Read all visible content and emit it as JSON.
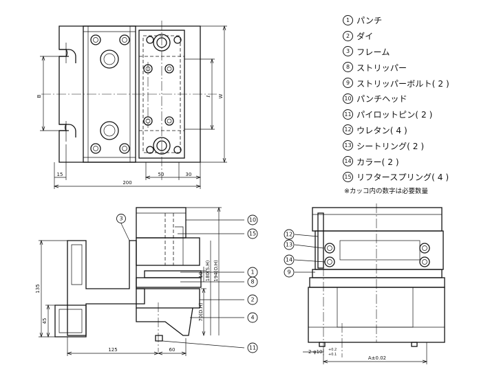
{
  "legend": [
    {
      "num": "1",
      "label": "パンチ"
    },
    {
      "num": "2",
      "label": "ダイ"
    },
    {
      "num": "3",
      "label": "フレーム"
    },
    {
      "num": "8",
      "label": "ストリッパー"
    },
    {
      "num": "9",
      "label": "ストリッパーボルト( 2 )"
    },
    {
      "num": "10",
      "label": "パンチヘッド"
    },
    {
      "num": "11",
      "label": "パイロットピン( 2 )"
    },
    {
      "num": "12",
      "label": "ウレタン( 4 )"
    },
    {
      "num": "13",
      "label": "シートリング( 2 )"
    },
    {
      "num": "14",
      "label": "カラー( 2 )"
    },
    {
      "num": "15",
      "label": "リフタースプリング( 4 )"
    }
  ],
  "note": "※カッコ内の数字は必要数量",
  "dimensions": {
    "top_15": "15",
    "top_200": "200",
    "top_50": "50",
    "top_30": "30",
    "top_B": "B",
    "top_l": "ℓ",
    "top_W": "W",
    "front_135": "135",
    "front_45": "45",
    "front_125": "125",
    "front_60": "60",
    "front_10": "10",
    "front_180sh": "180(S.H)",
    "front_194oh": "194(O.H)",
    "front_70dh": "70(D.H)",
    "side_phi": "2-φ10",
    "side_tol_up": "+0.2",
    "side_tol_dn": "+0.1",
    "side_A": "A±0.02"
  },
  "balloons": {
    "b3": "3",
    "b10": "10",
    "b15": "15",
    "b1": "1",
    "b8": "8",
    "b2": "2",
    "b4": "4",
    "b11": "11",
    "b12": "12",
    "b13": "13",
    "b14": "14",
    "b9": "9"
  }
}
